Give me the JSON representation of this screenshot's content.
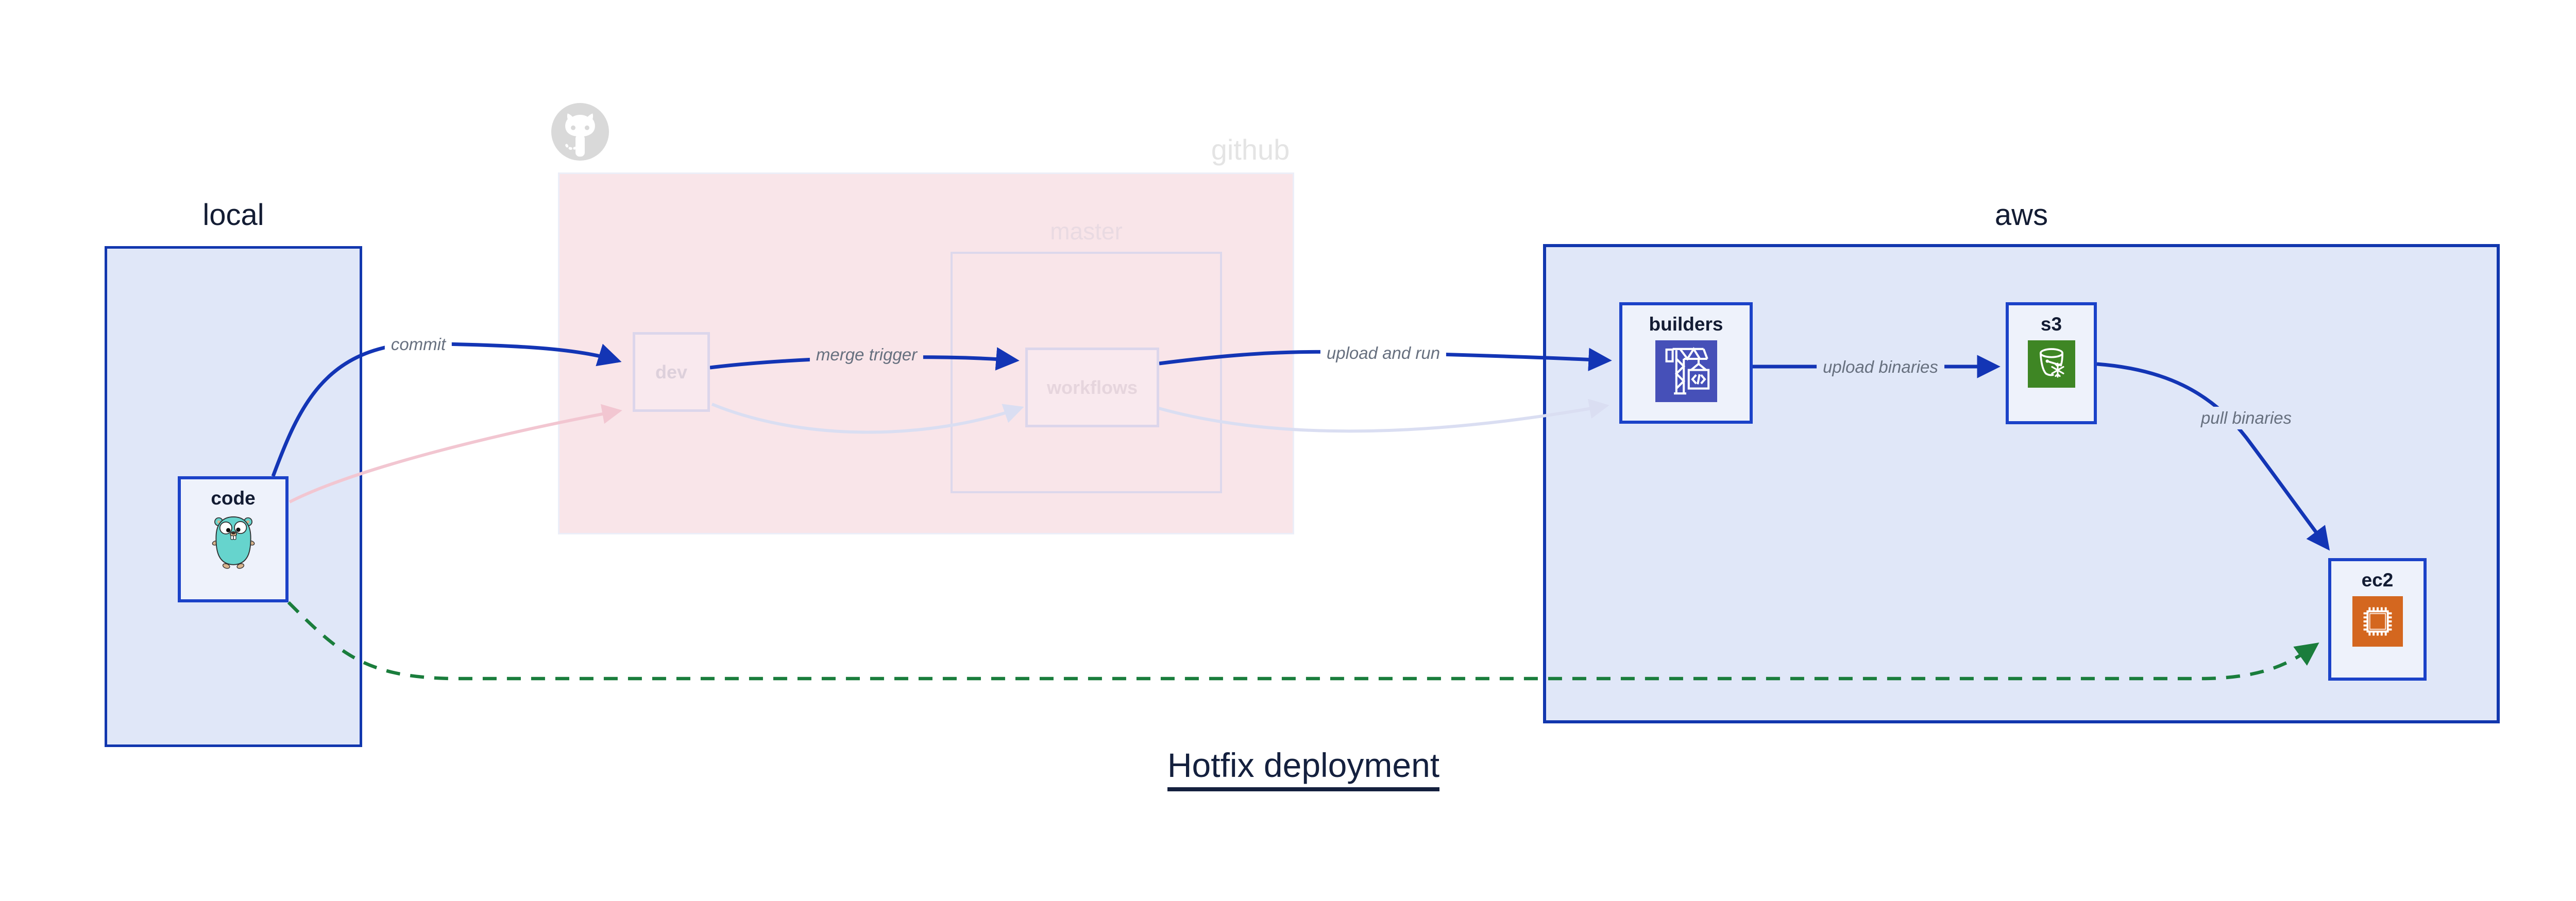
{
  "title": {
    "text": "Hotfix deployment"
  },
  "groups": {
    "local": {
      "label": "local"
    },
    "github": {
      "label": "github"
    },
    "master": {
      "label": "master"
    },
    "aws": {
      "label": "aws"
    }
  },
  "nodes": {
    "code": {
      "label": "code",
      "icon": "go-gopher-icon"
    },
    "dev": {
      "label": "dev"
    },
    "workflows": {
      "label": "workflows"
    },
    "builders": {
      "label": "builders",
      "icon": "aws-codebuild-crane-icon"
    },
    "s3": {
      "label": "s3",
      "icon": "aws-s3-glacier-bucket-icon"
    },
    "ec2": {
      "label": "ec2",
      "icon": "aws-ec2-chip-icon"
    }
  },
  "edges": {
    "commit": {
      "label": "commit",
      "from": "code",
      "to": "dev",
      "style": "solid",
      "color": "#1335b5"
    },
    "merge_trigger": {
      "label": "merge trigger",
      "from": "dev",
      "to": "workflows",
      "style": "solid",
      "color": "#1335b5"
    },
    "upload_and_run": {
      "label": "upload and run",
      "from": "workflows",
      "to": "builders",
      "style": "solid",
      "color": "#1335b5"
    },
    "upload_binaries": {
      "label": "upload binaries",
      "from": "builders",
      "to": "s3",
      "style": "solid",
      "color": "#1335b5"
    },
    "pull_binaries": {
      "label": "pull binaries",
      "from": "s3",
      "to": "ec2",
      "style": "solid",
      "color": "#1335b5"
    },
    "code_dev_faded": {
      "label": "",
      "from": "code",
      "to": "dev",
      "style": "solid-faded",
      "color": "#f2c6d1"
    },
    "dev_workflows_faded": {
      "label": "",
      "from": "dev",
      "to": "workflows",
      "style": "solid-faded",
      "color": "#dadef2"
    },
    "workflows_builders_faded": {
      "label": "",
      "from": "workflows",
      "to": "builders",
      "style": "solid-faded",
      "color": "#dadef2"
    },
    "hotfix_pull": {
      "label": "",
      "from": "code",
      "to": "ec2",
      "style": "dashed",
      "color": "#1a7d3c"
    }
  },
  "colors": {
    "accent_blue": "#1335b5",
    "group_border_blue": "#1237ae",
    "node_border_blue": "#1b42c8",
    "group_fill_blue": "#e0e7f8",
    "node_fill": "#eef2fb",
    "github_fill_pink": "#f9e5e9",
    "faded_border": "#dcd6eb",
    "hotfix_green": "#1a7d3c",
    "codebuild_indigo": "#4650b8",
    "s3_green": "#3e8624",
    "ec2_orange": "#d4671f",
    "edge_label_gray": "#67707f",
    "text_dark": "#131c33",
    "github_gray": "#d9d9d9"
  }
}
